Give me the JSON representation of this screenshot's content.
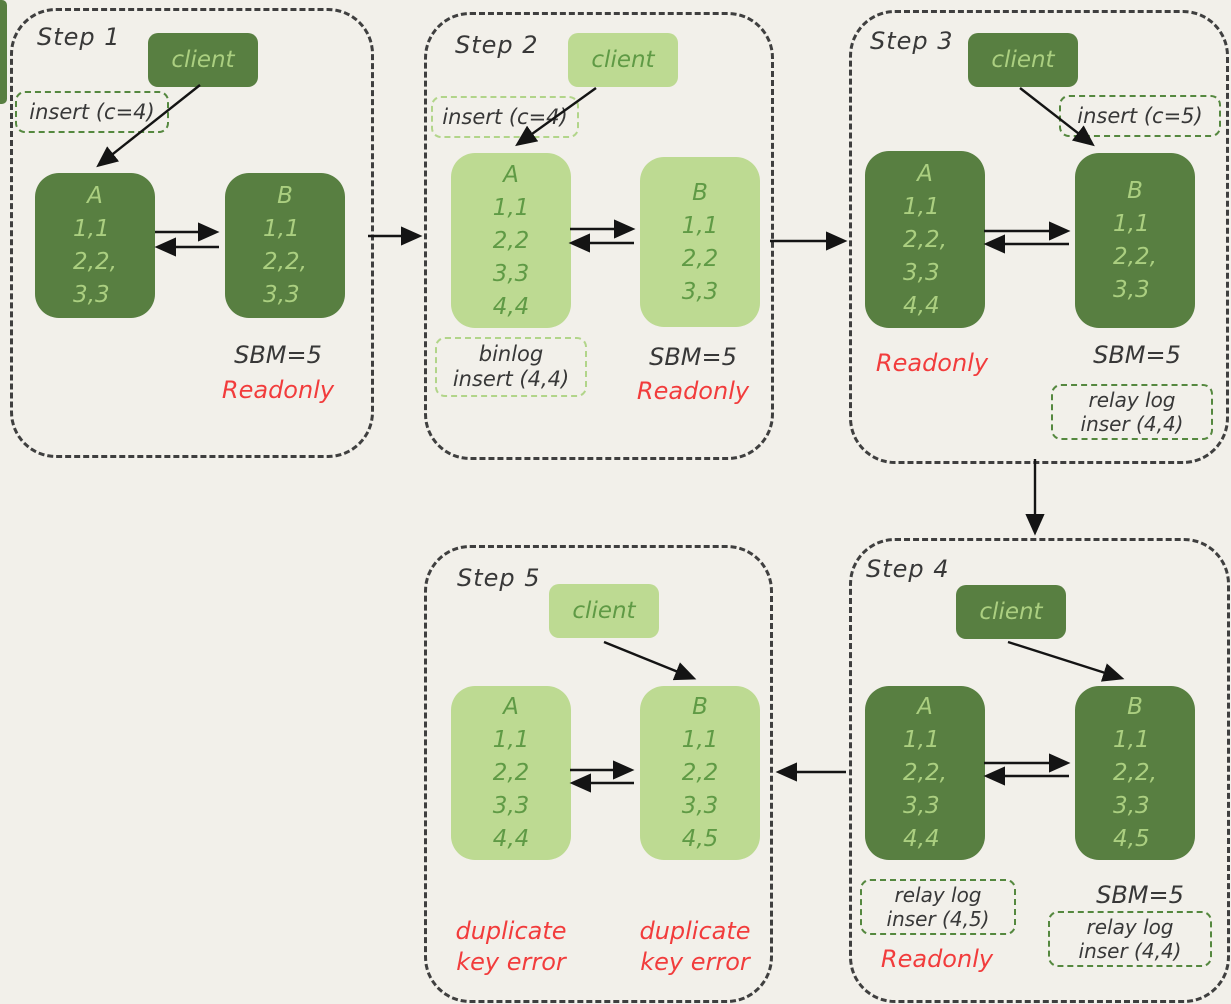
{
  "colors": {
    "background": "#f2f0ea",
    "node_dark": "#587f41",
    "node_light": "#bdda92",
    "text_on_dark": "#abcf80",
    "text_on_light": "#5f9a45",
    "step_border": "#3f3f3f",
    "tag_border_dark": "#55883f",
    "tag_border_light": "#b2d58a",
    "alert_red": "#f23c3c",
    "text_gray": "#383838",
    "arrow": "#141414"
  },
  "steps": [
    {
      "name": "Step 1",
      "client_label": "client",
      "insert_label": "insert (c=4)",
      "node_a": {
        "title": "A",
        "rows": [
          "1,1",
          "2,2,",
          "3,3"
        ]
      },
      "node_b": {
        "title": "B",
        "rows": [
          "1,1",
          "2,2,",
          "3,3"
        ]
      },
      "sbm_label": "SBM=5",
      "readonly_label": "Readonly"
    },
    {
      "name": "Step 2",
      "client_label": "client",
      "insert_label": "insert (c=4)",
      "node_a": {
        "title": "A",
        "rows": [
          "1,1",
          "2,2",
          "3,3",
          "4,4"
        ]
      },
      "node_b": {
        "title": "B",
        "rows": [
          "1,1",
          "2,2",
          "3,3"
        ]
      },
      "binlog_line1": "binlog",
      "binlog_line2": "insert (4,4)",
      "sbm_label": "SBM=5",
      "readonly_label": "Readonly"
    },
    {
      "name": "Step 3",
      "client_label": "client",
      "insert_label": "insert (c=5)",
      "node_a": {
        "title": "A",
        "rows": [
          "1,1",
          "2,2,",
          "3,3",
          "4,4"
        ]
      },
      "node_b": {
        "title": "B",
        "rows": [
          "1,1",
          "2,2,",
          "3,3"
        ]
      },
      "readonly_label": "Readonly",
      "sbm_label": "SBM=5",
      "relay_line1": "relay log",
      "relay_line2": "inser (4,4)"
    },
    {
      "name": "Step 4",
      "client_label": "client",
      "node_a": {
        "title": "A",
        "rows": [
          "1,1",
          "2,2,",
          "3,3",
          "4,4"
        ]
      },
      "node_b": {
        "title": "B",
        "rows": [
          "1,1",
          "2,2,",
          "3,3",
          "4,5"
        ]
      },
      "relay_a_line1": "relay log",
      "relay_a_line2": "inser (4,5)",
      "readonly_label": "Readonly",
      "sbm_label": "SBM=5",
      "relay_b_line1": "relay log",
      "relay_b_line2": "inser (4,4)"
    },
    {
      "name": "Step 5",
      "client_label": "client",
      "node_a": {
        "title": "A",
        "rows": [
          "1,1",
          "2,2",
          "3,3",
          "4,4"
        ]
      },
      "node_b": {
        "title": "B",
        "rows": [
          "1,1",
          "2,2",
          "3,3",
          "4,5"
        ]
      },
      "error_a_line1": "duplicate",
      "error_a_line2": "key error",
      "error_b_line1": "duplicate",
      "error_b_line2": "key error"
    }
  ]
}
